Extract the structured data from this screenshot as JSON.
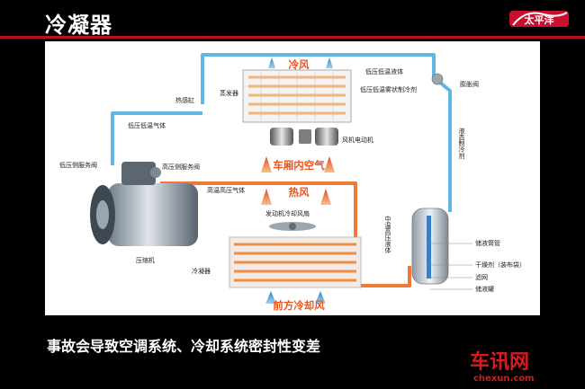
{
  "title": "冷凝器",
  "caption": "事故会导致空调系统、冷却系统密封性变差",
  "logo_top": "太平洋",
  "brand": {
    "name": "车讯网",
    "domain": "chexun.com"
  },
  "diagram": {
    "flow_labels": {
      "cold_air": "冷风",
      "cabin_air": "车厢内空气",
      "hot_air": "热风",
      "front_cooling_air": "前方冷却风"
    },
    "labels": {
      "evaporator": "蒸发器",
      "thermo_bulb": "热感缸",
      "low_temp_low_pressure_liquid": "低压低温液体",
      "expansion_valve": "膨胀阀",
      "low_temp_low_pressure_mist_refrigerant": "低压低温雾状制冷剂",
      "low_pressure_low_temp_gas": "低压低温气体",
      "liquid_refrigerant": "液态制冷剂",
      "blower_motor": "风机电动机",
      "low_pressure_service_valve": "低压侧服务阀",
      "high_pressure_service_valve": "高压侧服务阀",
      "high_temp_high_pressure_gas": "高温高压气体",
      "engine_cooling_fan": "发动机冷却风扇",
      "mid_temp_high_pressure_liquid": "中温高压液体",
      "compressor": "压缩机",
      "condenser": "冷凝器",
      "receiver_tube": "储液筒管",
      "desiccant": "干燥剂（装布袋）",
      "filter_screen": "滤网",
      "receiver_tank": "储液罐"
    },
    "colors": {
      "cold_line": "#5fb6e0",
      "hot_line": "#ee7a35",
      "cold_text": "#1d6fb3",
      "hot_text": "#e8571f",
      "accent": "#b5121b"
    }
  }
}
